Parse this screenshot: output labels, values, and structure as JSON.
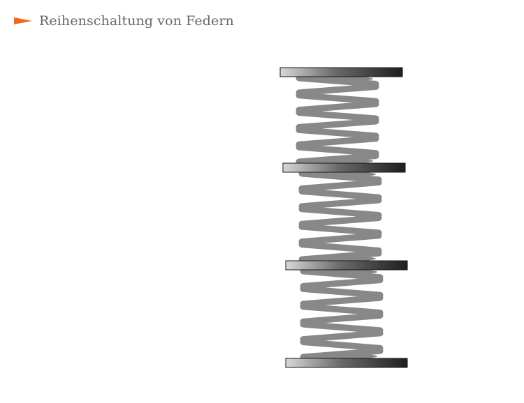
{
  "header": {
    "title": "Reihenschaltung von Federn",
    "icon": "orange-triangle-flag-icon"
  },
  "colors": {
    "accent": "#ee6a1a",
    "title_text": "#666666",
    "spring_coil": "#888888",
    "plate_light": "#d8d8d8",
    "plate_dark": "#1e1e1e"
  },
  "diagram": {
    "spring_count": 3,
    "plate_count": 4,
    "turns_per_spring": 5
  }
}
